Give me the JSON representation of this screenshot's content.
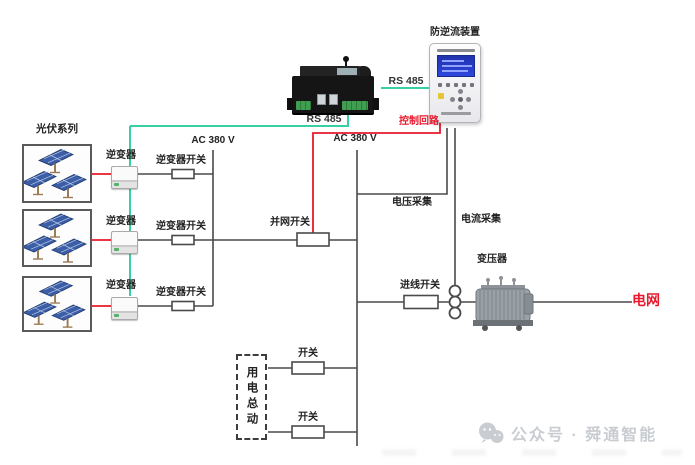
{
  "labels": {
    "pv_series": "光伏系列",
    "inverter": "逆变器",
    "inverter_switch": "逆变器开关",
    "ac_380v": "AC 380 V",
    "grid_tie_switch": "并网开关",
    "incoming_switch": "进线开关",
    "switch": "开关",
    "load_master": "用电总动",
    "transformer": "变压器",
    "grid": "电网",
    "anti_reverse_device": "防逆流装置",
    "rs485": "RS 485",
    "control_loop": "控制回路",
    "voltage_sampling": "电压采集",
    "current_sampling": "电流采集"
  },
  "watermark": {
    "text": "公众号 · 舜通智能",
    "icon": "wechat-icon"
  },
  "colors": {
    "comm_line": "#38cfa4",
    "control_line": "#e8192c",
    "circuit_line": "#4a4a4a",
    "panel_blue": "#3b5ea7",
    "grid_label": "#e8192c",
    "watermark": "#c9cdd1"
  }
}
